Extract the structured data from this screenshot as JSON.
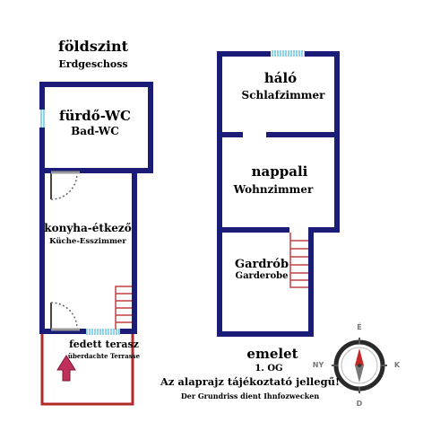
{
  "ground_floor": {
    "title": "földszint",
    "subtitle": "Erdgeschoss",
    "rooms": {
      "bath": {
        "name": "fürdő-WC",
        "name_de": "Bad-WC"
      },
      "kitchen": {
        "name": "konyha-étkező",
        "name_de": "Küche-Esszimmer"
      },
      "terrace": {
        "name": "fedett terasz",
        "name_de": "überdachte Terrasse"
      }
    }
  },
  "upper_floor": {
    "title": "emelet",
    "subtitle": "1. OG",
    "rooms": {
      "bedroom": {
        "name": "háló",
        "name_de": "Schlafzimmer"
      },
      "living": {
        "name": "nappali",
        "name_de": "Wohnzimmer"
      },
      "wardrobe": {
        "name": "Gardrób",
        "name_de": "Garderobe"
      }
    }
  },
  "disclaimer": {
    "text": "Az alaprajz tájékoztató jellegű!",
    "text_de": "Der Grundriss dient Ihnfozwecken"
  },
  "compass": {
    "north": "É",
    "south": "D",
    "east": "K",
    "west": "NY"
  },
  "colors": {
    "wall": "#1b1b78",
    "window": "#8fd3e6",
    "terrace": "#b02a2a",
    "stairs": "#c04040",
    "arrow": "#c0305a"
  }
}
